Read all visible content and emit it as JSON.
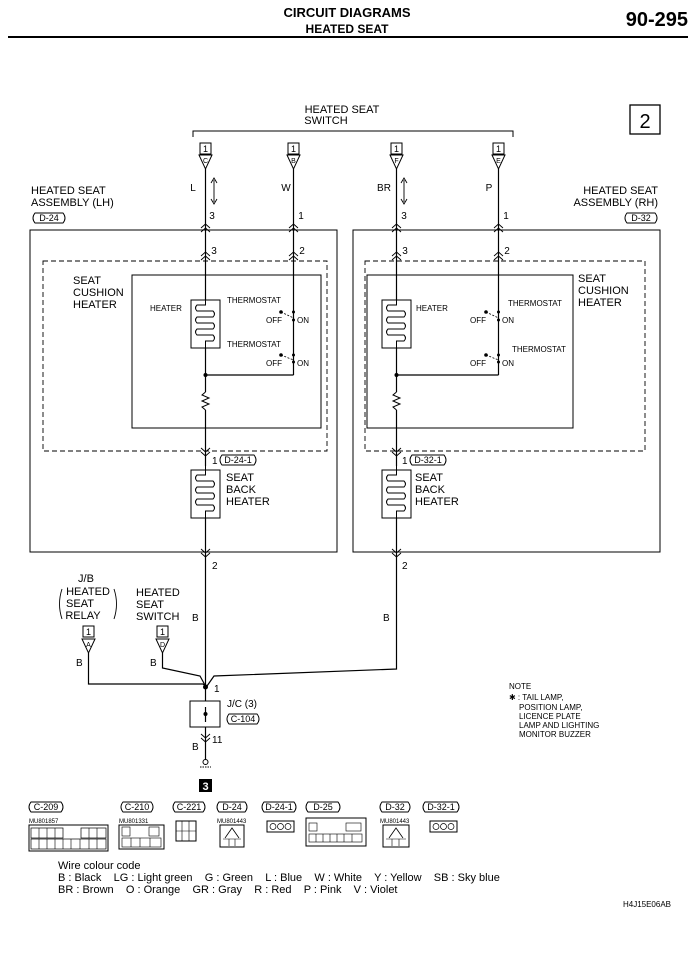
{
  "header": {
    "title": "CIRCUIT DIAGRAMS",
    "subtitle": "HEATED SEAT",
    "page_number": "90-295"
  },
  "page_index_box": "2",
  "switch_label": [
    "HEATED SEAT",
    "SWITCH"
  ],
  "switch_pins": {
    "conn": "1",
    "p1": {
      "letter": "C",
      "wire": "L",
      "pin": "3"
    },
    "p2": {
      "letter": "B",
      "wire": "W",
      "pin": "1"
    },
    "p3": {
      "letter": "F",
      "wire": "BR",
      "pin": "3"
    },
    "p4": {
      "letter": "E",
      "wire": "P",
      "pin": "1"
    }
  },
  "left_assembly": {
    "label": [
      "HEATED SEAT",
      "ASSEMBLY (LH)"
    ],
    "connector": "D-24",
    "pins_top": [
      "3",
      "2"
    ],
    "cushion_label": [
      "SEAT",
      "CUSHION",
      "HEATER"
    ],
    "heater_label": "HEATER",
    "thermostat": "THERMOSTAT",
    "off": "OFF",
    "on": "ON",
    "back_pin": "1",
    "back_connector": "D-24-1",
    "back_label": [
      "SEAT",
      "BACK",
      "HEATER"
    ],
    "bottom_pin": "2",
    "bottom_wire": "B"
  },
  "right_assembly": {
    "label": [
      "HEATED SEAT",
      "ASSEMBLY (RH)"
    ],
    "connector": "D-32",
    "pins_top": [
      "3",
      "2"
    ],
    "cushion_label": [
      "SEAT",
      "CUSHION",
      "HEATER"
    ],
    "heater_label": "HEATER",
    "thermostat": "THERMOSTAT",
    "off": "OFF",
    "on": "ON",
    "back_pin": "1",
    "back_connector": "D-32-1",
    "back_label": [
      "SEAT",
      "BACK",
      "HEATER"
    ],
    "bottom_pin": "2",
    "bottom_wire": "B"
  },
  "relay": {
    "label": [
      "J/B",
      "HEATED",
      "SEAT",
      "RELAY"
    ],
    "conn": "1",
    "letter": "A",
    "wire": "B"
  },
  "switch2": {
    "label": [
      "HEATED",
      "SEAT",
      "SWITCH"
    ],
    "conn": "1",
    "letter": "D",
    "wire": "B"
  },
  "junction": {
    "label": "J/C (3)",
    "connector": "C-104",
    "pin_in": "1",
    "pin_out": "11",
    "wire": "B",
    "ground_ref": "3"
  },
  "note": {
    "title": "NOTE",
    "lines": [
      "✱ : TAIL LAMP,",
      "POSITION LAMP,",
      "LICENCE PLATE",
      "LAMP AND LIGHTING",
      "MONITOR BUZZER"
    ]
  },
  "connectors": [
    {
      "id": "C-209",
      "part": "MU801857"
    },
    {
      "id": "C-210",
      "part": "MU801331"
    },
    {
      "id": "C-221",
      "part": ""
    },
    {
      "id": "D-24",
      "part": "MU801443"
    },
    {
      "id": "D-24-1",
      "part": ""
    },
    {
      "id": "D-25",
      "part": ""
    },
    {
      "id": "D-32",
      "part": "MU801443"
    },
    {
      "id": "D-32-1",
      "part": ""
    }
  ],
  "wire_code": {
    "title": "Wire colour code",
    "line1": "B : Black    LG : Light green    G : Green    L : Blue    W : White    Y : Yellow    SB : Sky blue",
    "line2": "BR : Brown    O : Orange    GR : Gray    R : Red    P : Pink    V : Violet"
  },
  "figure_code": "H4J15E06AB"
}
